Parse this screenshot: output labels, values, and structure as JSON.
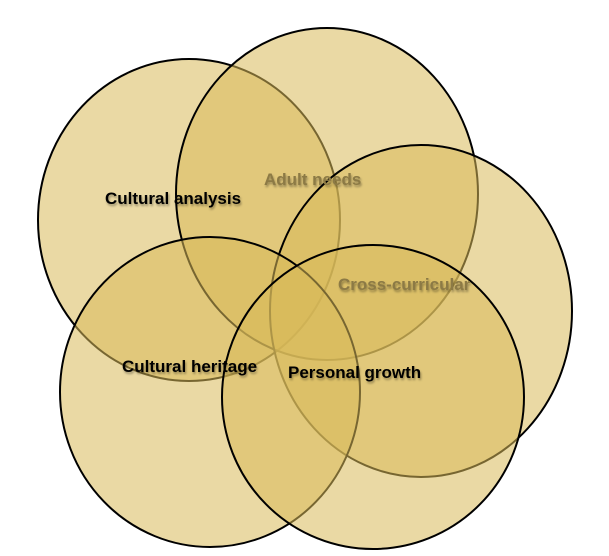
{
  "diagram": {
    "type": "overlapping-circles",
    "colors": {
      "fill": "#d9b95a",
      "stroke": "#000000",
      "muted_text": "#8c7a45",
      "text": "#000000"
    },
    "circles": [
      {
        "id": "cultural-analysis",
        "label": "Cultural analysis",
        "label_muted": false
      },
      {
        "id": "adult-needs",
        "label": "Adult needs",
        "label_muted": true
      },
      {
        "id": "cross-curricular",
        "label": "Cross-curricular",
        "label_muted": true
      },
      {
        "id": "cultural-heritage",
        "label": "Cultural heritage",
        "label_muted": false
      },
      {
        "id": "personal-growth",
        "label": "Personal growth",
        "label_muted": false
      }
    ]
  }
}
